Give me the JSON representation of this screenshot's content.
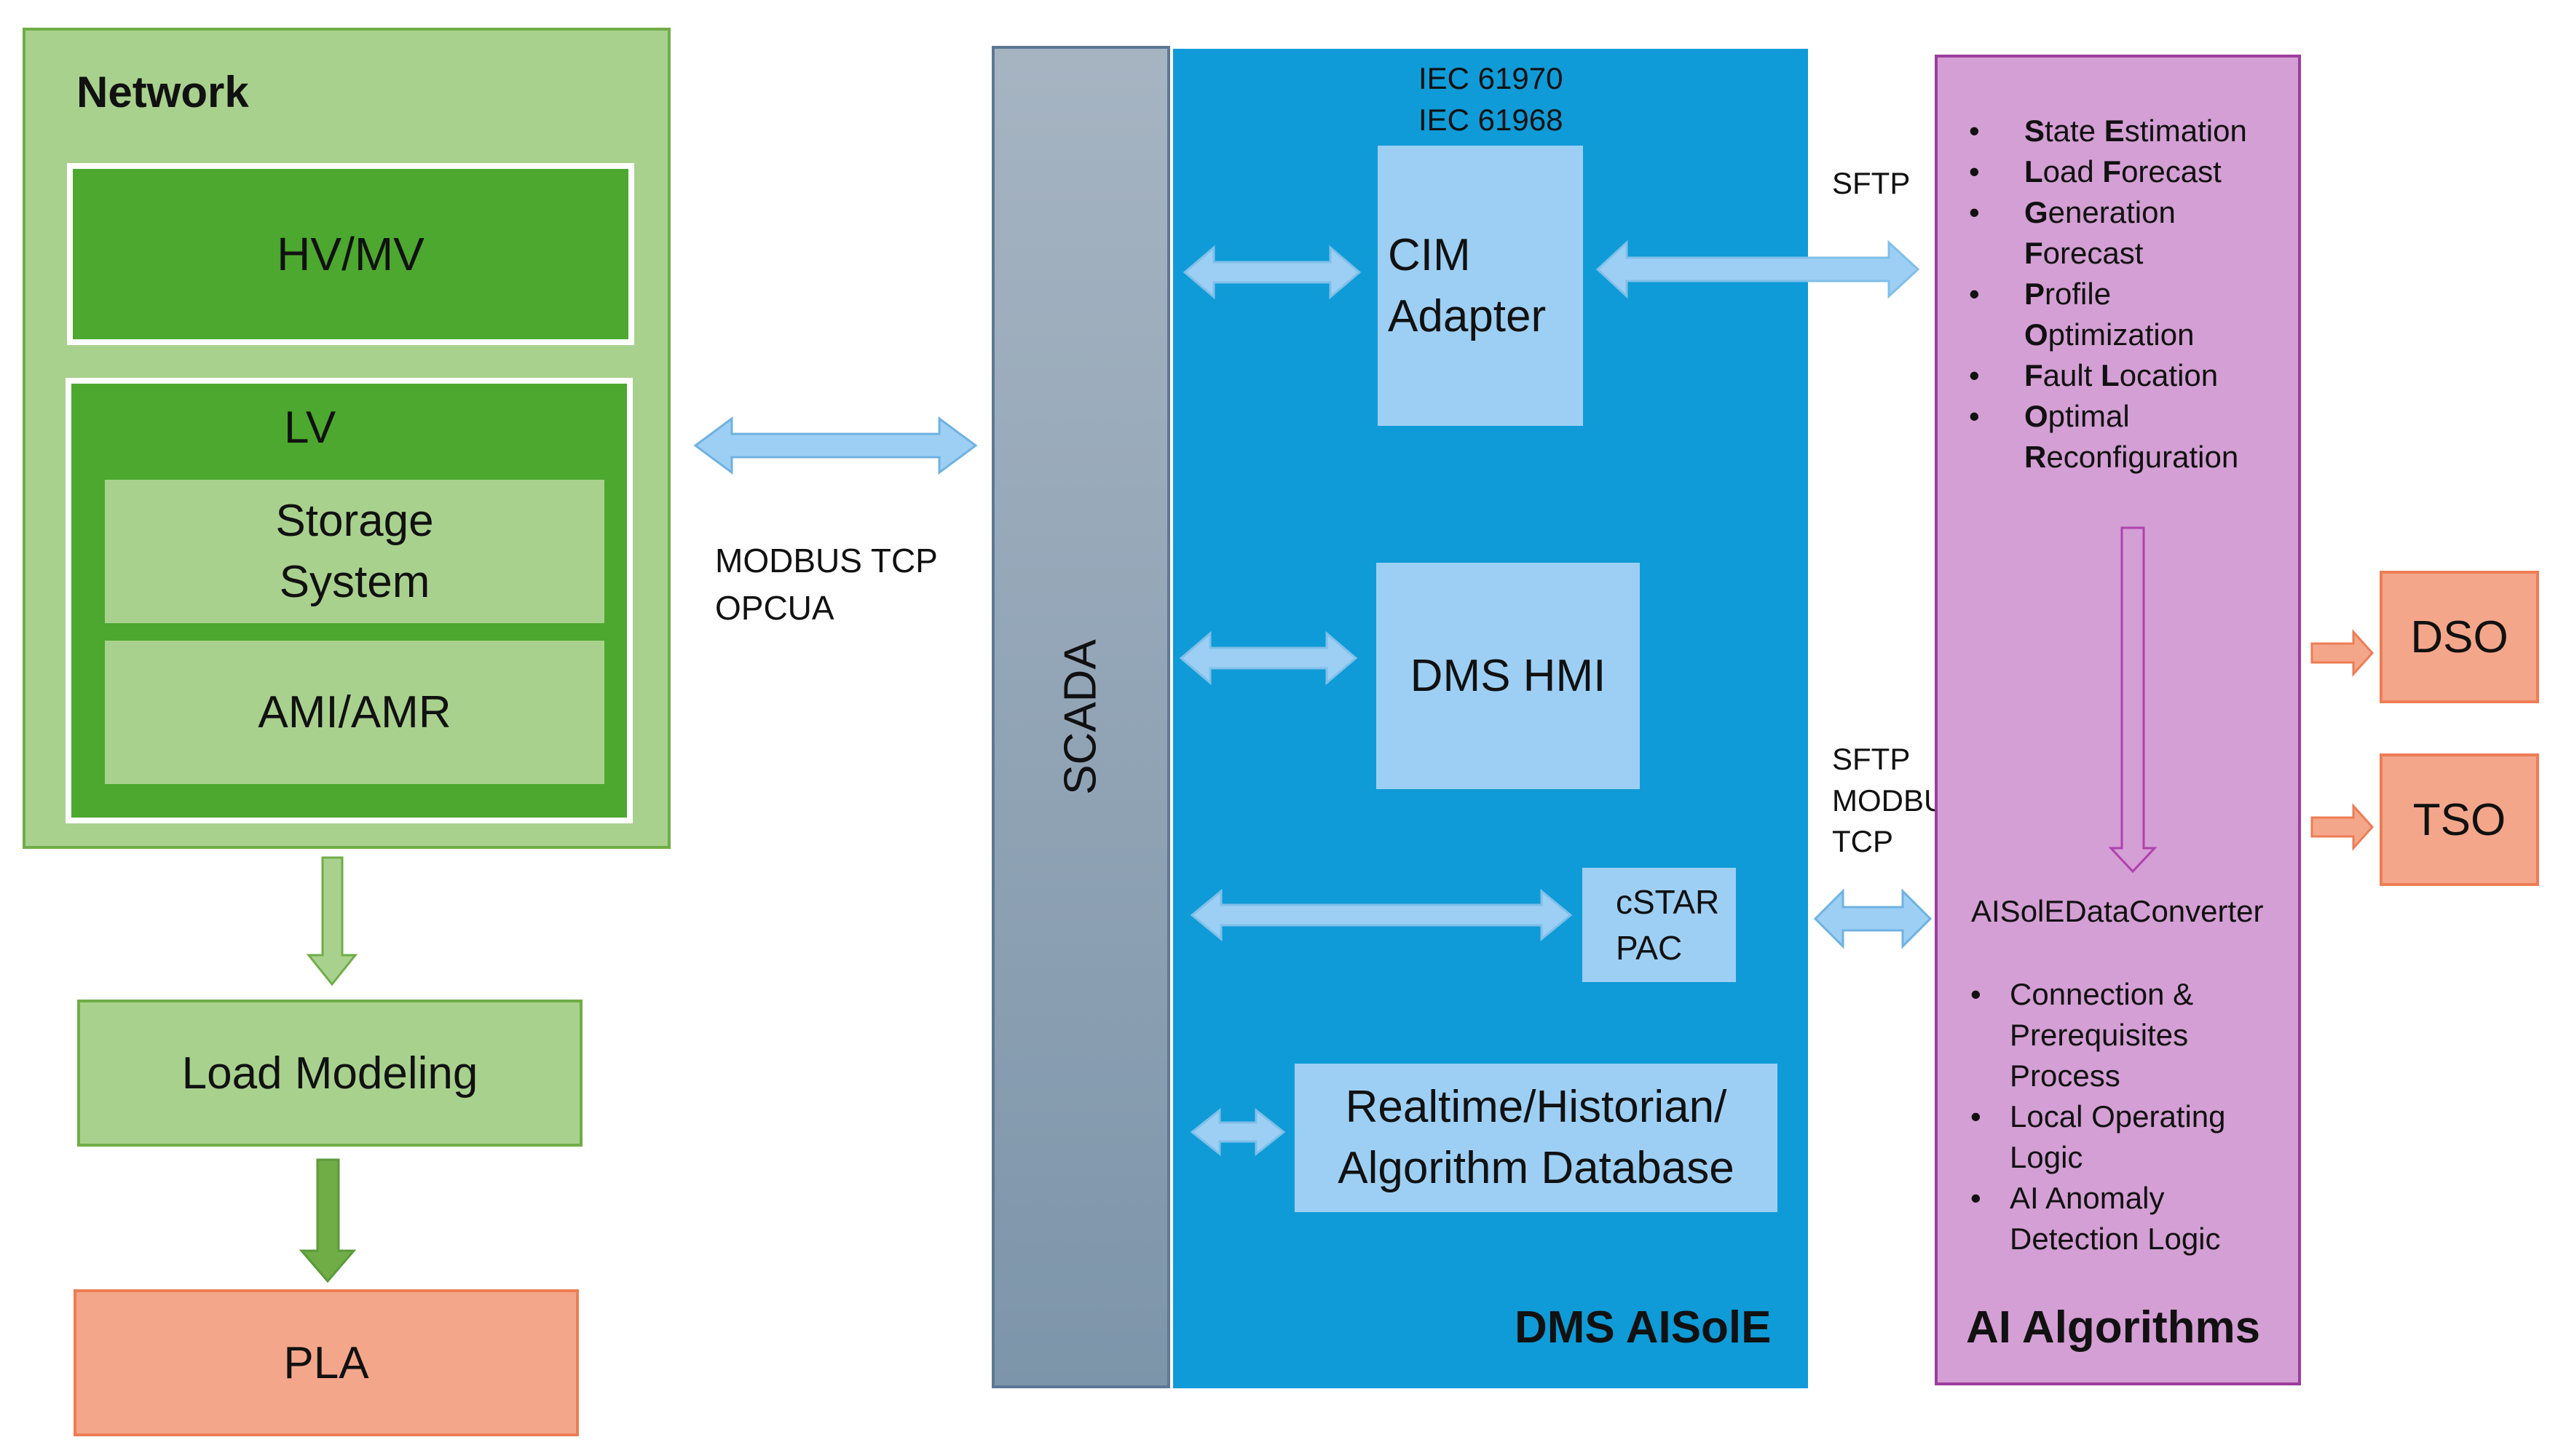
{
  "network": {
    "title": "Network",
    "hv_mv": "HV/MV",
    "lv": "LV",
    "storage_line1": "Storage",
    "storage_line2": "System",
    "ami_amr": "AMI/AMR"
  },
  "load_modeling": "Load Modeling",
  "pla": "PLA",
  "protocols": {
    "modbus_line1": "MODBUS TCP",
    "modbus_line2": "OPCUA",
    "iec_line1": "IEC 61970",
    "iec_line2": "IEC 61968",
    "sftp": "SFTP",
    "sftp2_line1": "SFTP",
    "sftp2_line2": "MODBUS",
    "sftp2_line3": "TCP"
  },
  "scada": "SCADA",
  "dms": {
    "title": "DMS AISolE",
    "cim_line1": "CIM",
    "cim_line2": "Adapter",
    "hmi": "DMS HMI",
    "cstar_line1": "cSTAR",
    "cstar_line2": "PAC",
    "db_line1": "Realtime/Historian/",
    "db_line2": "Algorithm Database"
  },
  "ai": {
    "title": "AI Algorithms",
    "algorithms": [
      {
        "words": [
          {
            "first": "S",
            "rest": "tate "
          },
          {
            "first": "E",
            "rest": "stimation"
          }
        ]
      },
      {
        "words": [
          {
            "first": "L",
            "rest": "oad "
          },
          {
            "first": "F",
            "rest": "orecast"
          }
        ]
      },
      {
        "words": [
          {
            "first": "G",
            "rest": "eneration"
          },
          {
            "first": "F",
            "rest": "orecast"
          }
        ]
      },
      {
        "words": [
          {
            "first": "P",
            "rest": "rofile"
          },
          {
            "first": "O",
            "rest": "ptimization"
          }
        ]
      },
      {
        "words": [
          {
            "first": "F",
            "rest": "ault "
          },
          {
            "first": "L",
            "rest": "ocation"
          }
        ]
      },
      {
        "words": [
          {
            "first": "O",
            "rest": "ptimal"
          },
          {
            "first": "R",
            "rest": "econfiguration"
          }
        ]
      }
    ],
    "converter": {
      "title": "AISolEDataConverter",
      "items": [
        {
          "line1": "Connection &",
          "line2": "Prerequisites",
          "line3": "Process"
        },
        {
          "line1": "Local Operating",
          "line2": "Logic"
        },
        {
          "line1": "AI Anomaly",
          "line2": "Detection Logic"
        }
      ]
    }
  },
  "outputs": {
    "dso": "DSO",
    "tso": "TSO"
  },
  "colors": {
    "green_light": "#a9d18e",
    "green_dark": "#4ca82e",
    "salmon": "#f4a68a",
    "scada_gray": "#8ea3b7",
    "dms_blue": "#0f9bd7",
    "box_blue": "#9dcff4",
    "ai_purple": "#d49fd4",
    "arrow_blue": "#9dcff4"
  }
}
